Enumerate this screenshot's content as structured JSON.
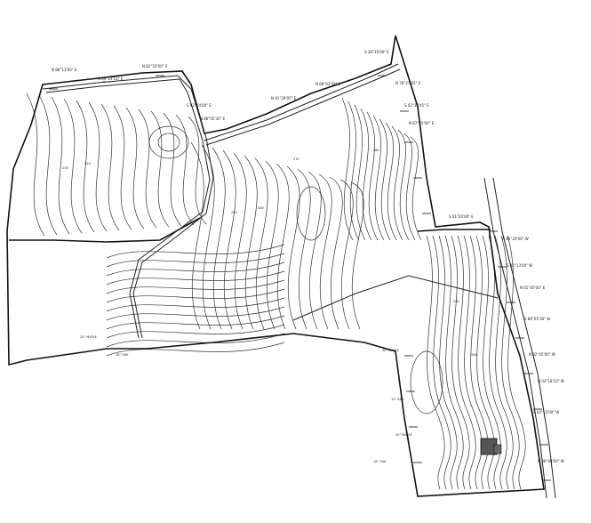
{
  "map": {
    "bearing_labels": [
      "N 88°13'00\" E",
      "N 89°24'10\" E",
      "N 82°50'00\" E",
      "S 02°14'00\" E",
      "N 86°05'30\" E",
      "N 41°39'05\" E",
      "N 68°03'58\" E",
      "S 38°30'00\" E",
      "N 78°27'45\" E",
      "S 02°38'45\" E",
      "N 87°45'00\" E",
      "S 01°20'00\" E",
      "N 86°20'00\" W",
      "S 85°13'00\" W",
      "N 01°45'00\" E",
      "S 86°05'30\" W",
      "N 82°45'00\" W",
      "N 03°18'10\" W",
      "S 02°10'00\" W",
      "N 86°00'00\" W"
    ],
    "tree_labels": [
      "24\" MAPLE",
      "18\" OAK",
      "30\" MAPLE",
      "12\" ASH",
      "20\" MAPLE",
      "16\" OAK"
    ],
    "contour_labels": [
      "230",
      "240",
      "250",
      "260",
      "270",
      "280",
      "290",
      "300"
    ],
    "colors": {
      "ink": "#1a1a1a",
      "paper": "#ffffff",
      "building": "#555555"
    }
  }
}
